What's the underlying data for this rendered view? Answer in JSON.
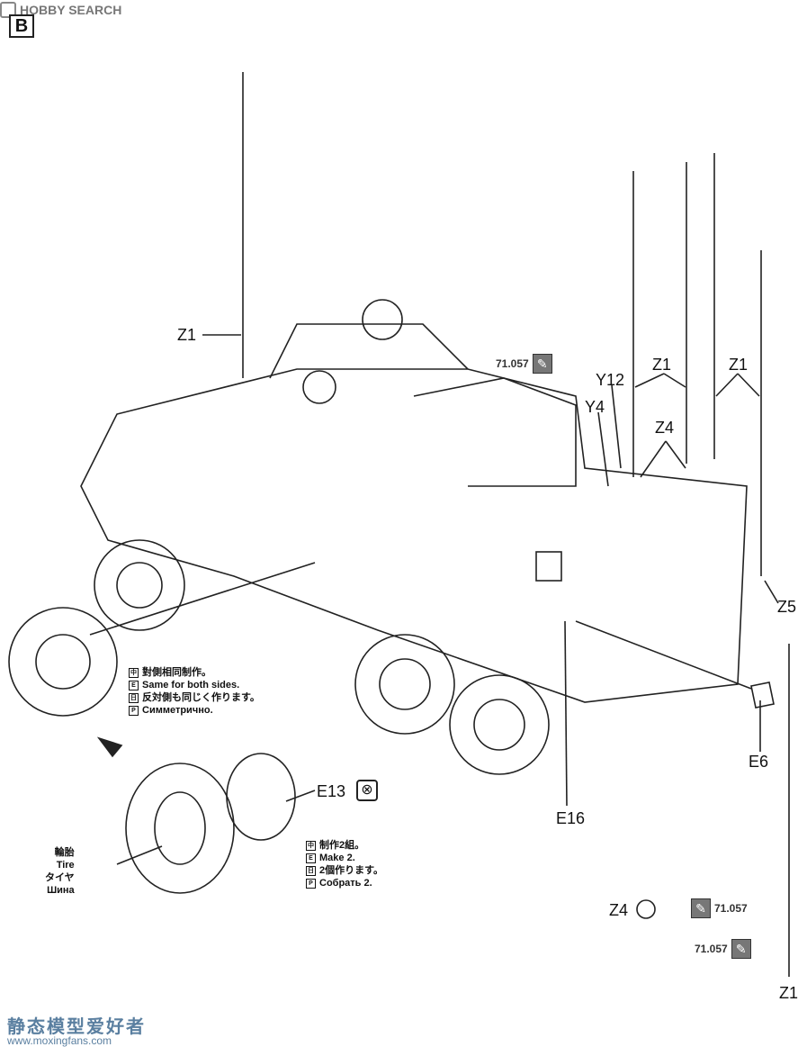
{
  "header": {
    "site": "HOBBY SEARCH",
    "step_letter": "B"
  },
  "labels": {
    "z1_a": "Z1",
    "z1_b": "Z1",
    "z1_c": "Z1",
    "z1_d": "Z1",
    "y12": "Y12",
    "y4": "Y4",
    "z4_a": "Z4",
    "z4_b": "Z4",
    "z5": "Z5",
    "e6": "E6",
    "e16": "E16",
    "e13": "E13"
  },
  "paint_code": "71.057",
  "notes_both_sides": [
    "對側相同制作。",
    "Same for both sides.",
    "反対側も同じく作ります。",
    "Симметрично."
  ],
  "notes_make2": [
    "制作2組。",
    "Make 2.",
    "2個作ります。",
    "Собрать 2."
  ],
  "tire_label": [
    "輪胎",
    "Tire",
    "タイヤ",
    "Шина"
  ],
  "footer": {
    "cn": "静态模型爱好者",
    "url": "www.moxingfans.com"
  }
}
